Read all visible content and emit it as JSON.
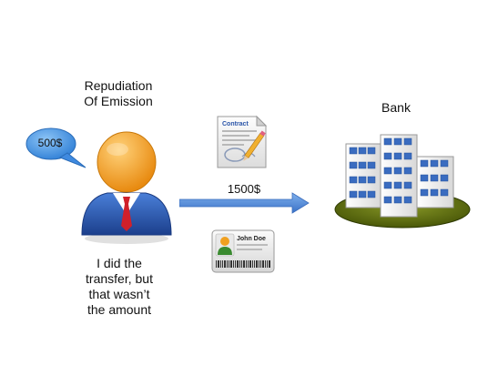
{
  "title": {
    "line1": "Repudiation",
    "line2": "Of Emission"
  },
  "speech_bubble": {
    "text": "500$"
  },
  "person": {
    "quote_line1": "I did the",
    "quote_line2": "transfer, but",
    "quote_line3": "that wasn’t",
    "quote_line4": "the amount"
  },
  "contract": {
    "label": "Contract"
  },
  "transfer": {
    "amount": "1500$"
  },
  "id_card": {
    "name": "John Doe"
  },
  "bank": {
    "label": "Bank"
  },
  "colors": {
    "bubble": "#3a8fe0",
    "arrow": "#4a86d4",
    "tie": "#d0202a",
    "suit": "#2a55a8",
    "head": "#f0a020",
    "lawn": "#5a6a10"
  }
}
